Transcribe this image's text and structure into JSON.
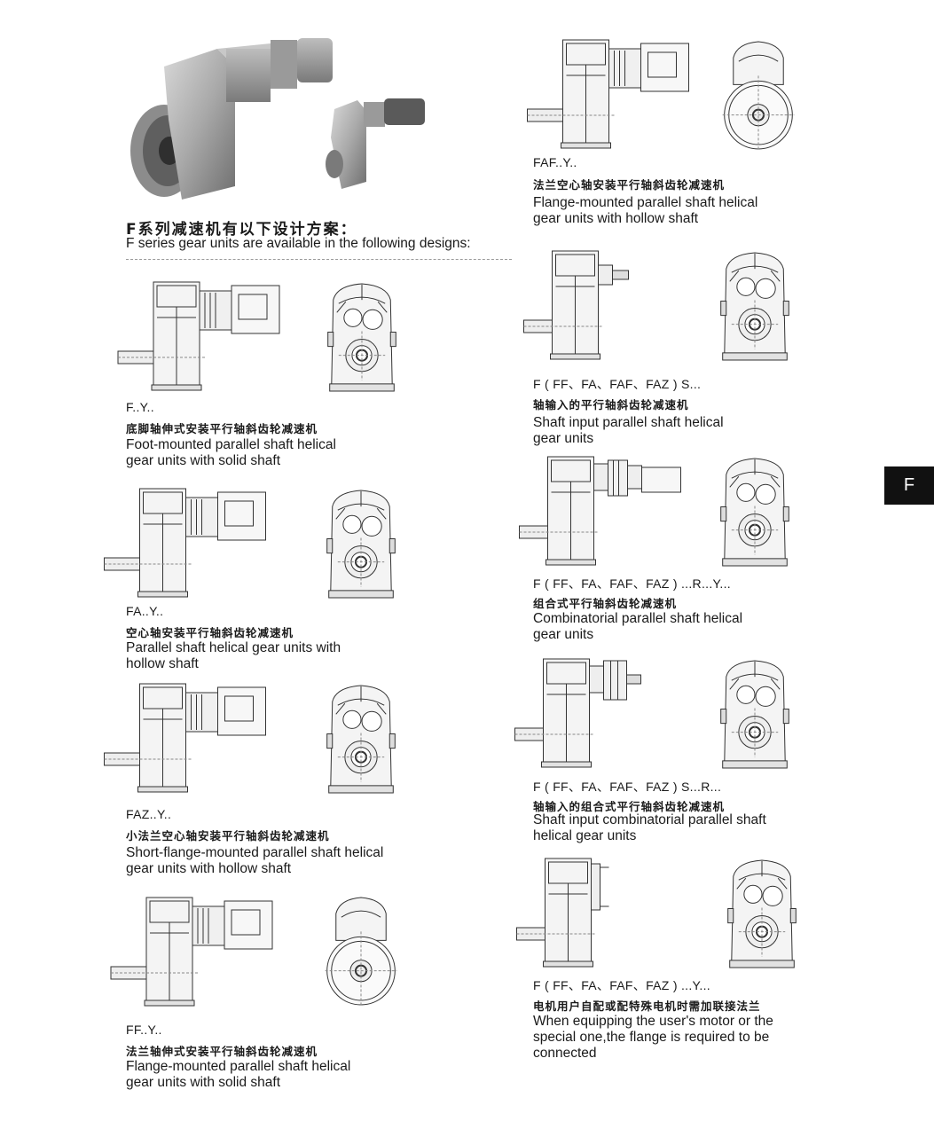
{
  "page_tab": "F",
  "intro": {
    "title_zh": "F系列减速机有以下设计方案：",
    "title_en": "F series gear units are available in the following designs:"
  },
  "left_items": [
    {
      "code": "F..Y..",
      "zh": "底脚轴伸式安装平行轴斜齿轮减速机",
      "en": [
        "Foot-mounted parallel shaft helical",
        "gear units with solid shaft"
      ]
    },
    {
      "code": "FA..Y..",
      "zh": "空心轴安装平行轴斜齿轮减速机",
      "en": [
        "Parallel shaft helical gear units with",
        "hollow shaft"
      ]
    },
    {
      "code": "FAZ..Y..",
      "zh": "小法兰空心轴安装平行轴斜齿轮减速机",
      "en": [
        "Short-flange-mounted parallel shaft helical",
        "gear units with hollow shaft"
      ]
    },
    {
      "code": "FF..Y..",
      "zh": "法兰轴伸式安装平行轴斜齿轮减速机",
      "en": [
        "Flange-mounted parallel shaft helical",
        "gear units with solid shaft"
      ]
    }
  ],
  "right_items": [
    {
      "code": "FAF..Y..",
      "zh": "法兰空心轴安装平行轴斜齿轮减速机",
      "en": [
        "Flange-mounted parallel shaft helical",
        "gear units with hollow shaft"
      ]
    },
    {
      "code": "F ( FF、FA、FAF、FAZ ) S...",
      "zh": "轴输入的平行轴斜齿轮减速机",
      "en": [
        "Shaft input parallel shaft helical",
        "gear units"
      ]
    },
    {
      "code": "F ( FF、FA、FAF、FAZ ) ...R...Y...",
      "zh": "组合式平行轴斜齿轮减速机",
      "en": [
        "Combinatorial parallel shaft helical",
        "gear units"
      ]
    },
    {
      "code": "F ( FF、FA、FAF、FAZ ) S...R...",
      "zh": "轴输入的组合式平行轴斜齿轮减速机",
      "en": [
        "Shaft input combinatorial parallel shaft",
        "helical gear units"
      ]
    },
    {
      "code": "F ( FF、FA、FAF、FAZ ) ...Y...",
      "zh": "电机用户自配或配特殊电机时需加联接法兰",
      "en": [
        "When equipping the user's motor or the",
        "special one,the flange is required to be",
        "connected"
      ]
    }
  ]
}
